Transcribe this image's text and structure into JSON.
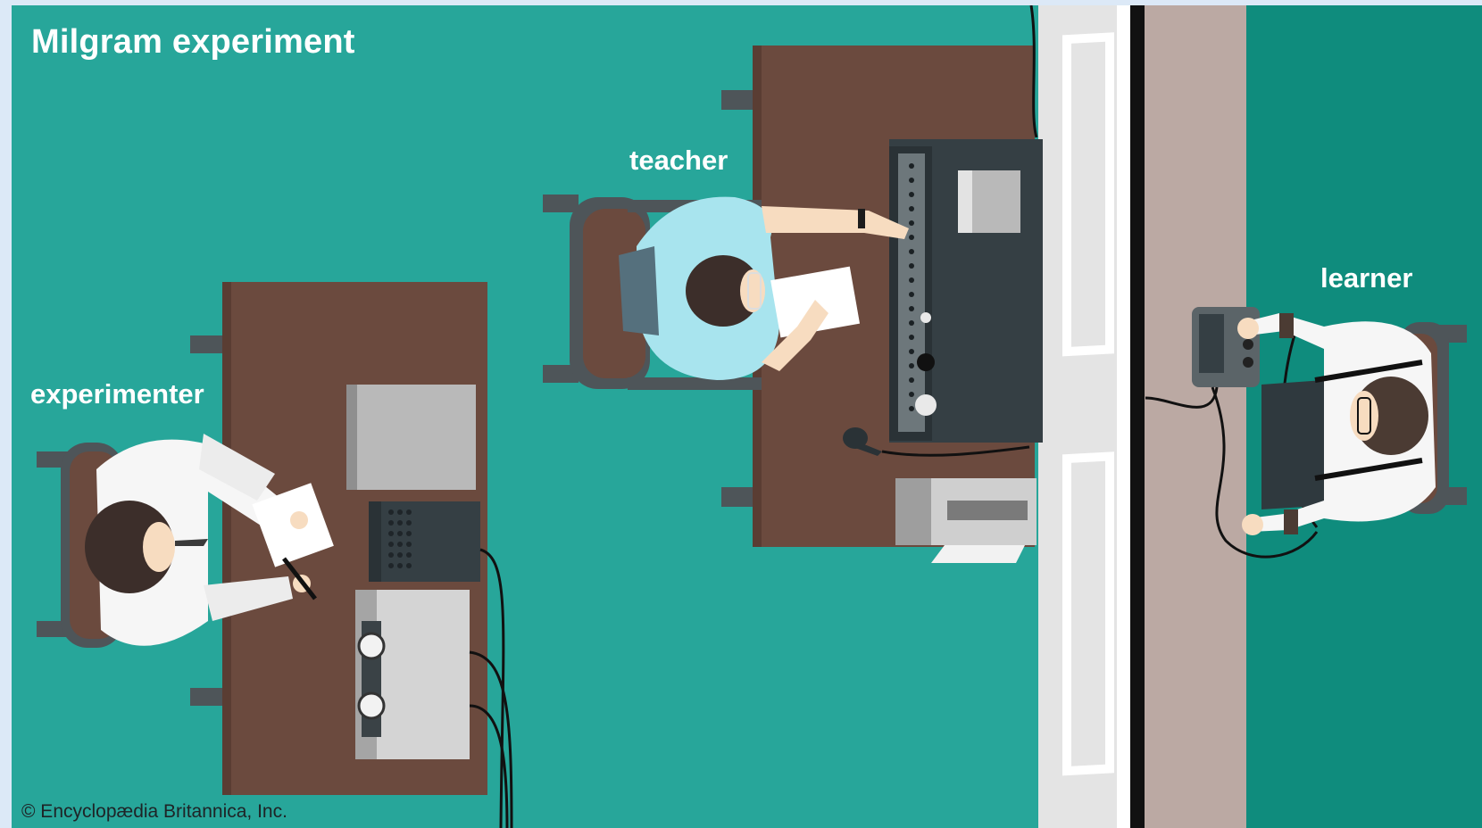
{
  "title": "Milgram experiment",
  "labels": {
    "teacher": "teacher",
    "experimenter": "experimenter",
    "learner": "learner"
  },
  "copyright": "© Encyclopædia Britannica, Inc.",
  "colors": {
    "floor_main": "#27a69a",
    "floor_learner": "#0f8c7d",
    "wall_corridor": "#bba9a3",
    "door_frame": "#e4e4e4",
    "desk": "#6b4a3e",
    "machine_dark": "#353f44",
    "machine_light": "#b9b9b9",
    "chair": "#4e5559",
    "shirt_teacher": "#a8e4ee",
    "shirt_white": "#f6f6f6",
    "hair": "#3c2e2a",
    "skin": "#f7dcc0"
  }
}
